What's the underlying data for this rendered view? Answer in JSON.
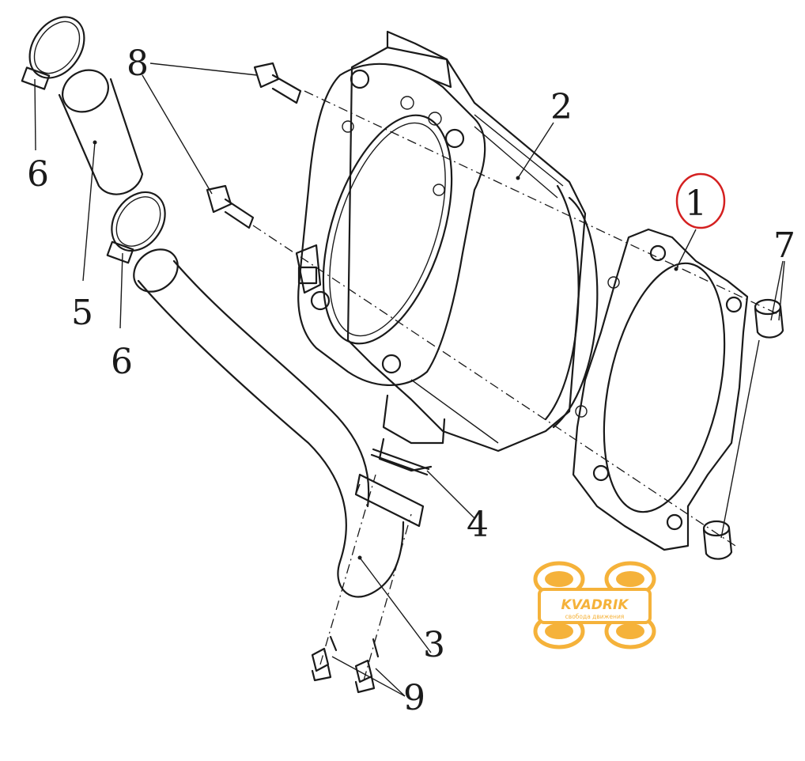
{
  "labels": {
    "p1": "1",
    "p2": "2",
    "p3": "3",
    "p4": "4",
    "p5": "5",
    "p6a": "6",
    "p6b": "6",
    "p7": "7",
    "p8": "8",
    "p9": "9"
  },
  "highlight": {
    "circled_part": "1",
    "circle_color": "#d42020"
  },
  "watermark": {
    "brand": "KVADRIK",
    "tagline": "свобода движения",
    "color": "#f5b23a"
  },
  "colors": {
    "line": "#1a1a1a",
    "background": "#ffffff"
  }
}
